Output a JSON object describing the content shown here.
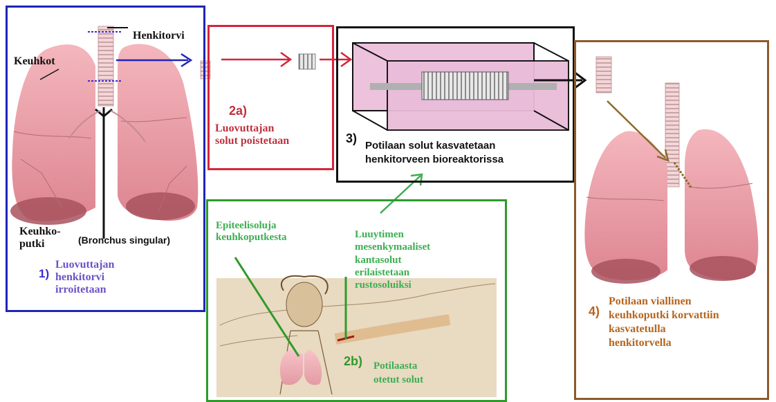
{
  "colors": {
    "blue": "#1e24b8",
    "red": "#d5243a",
    "black": "#111111",
    "brown": "#8b5a2b",
    "green": "#2e9a2a",
    "lung": "#eea4ae",
    "orange": "#b5651d",
    "step_number": "#6b52c8",
    "green_text": "#3cae52"
  },
  "panels": {
    "p1": {
      "label_trachea": "Henkitorvi",
      "label_lungs": "Keuhkot",
      "label_bronchus": "Keuhko-\nputki",
      "label_bronchus_latin": "(Bronchus singular)",
      "step": "1)",
      "text": "Luovuttajan\nhenkitorvi\nirroitetaan"
    },
    "p2a": {
      "step": "2a)",
      "text": "Luovuttajan\nsolut poistetaan"
    },
    "p3": {
      "step": "3)",
      "text": "Potilaan solut kasvatetaan\nhenkitorveen bioreaktorissa"
    },
    "p2b": {
      "label_epithelial": "Epiteelisoluja\nkeuhkoputkesta",
      "label_marrow": "Luuytimen\nmesenkymaaliset\nkantasolut\nerilaistetaan\nrustosoluiksi",
      "step": "2b)",
      "text": "Potilaasta\notetut solut"
    },
    "p4": {
      "step": "4)",
      "text": "Potilaan viallinen\nkeuhkoputki korvattiin\nkasvatetulla\nhenkitorvella"
    }
  }
}
